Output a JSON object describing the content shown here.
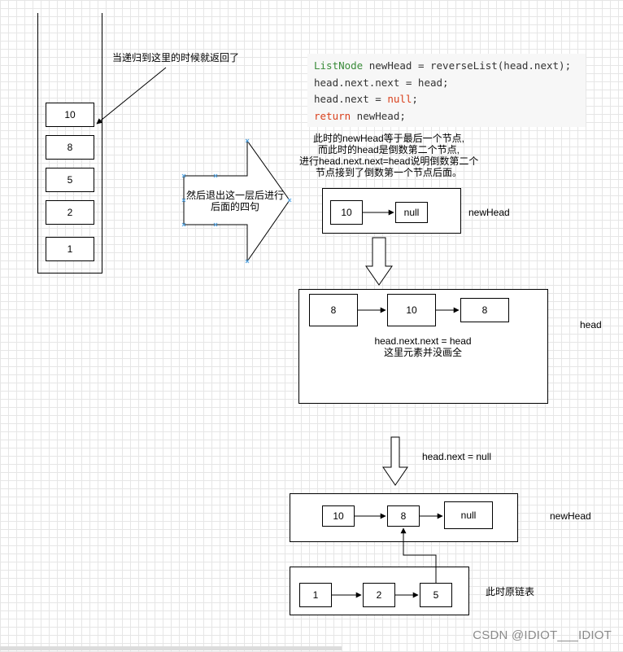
{
  "stack": {
    "items": [
      "10",
      "8",
      "5",
      "2",
      "1"
    ],
    "note": "当递归到这里的时候就返回了"
  },
  "big_arrow": {
    "text_line1": "然后退出这一层后进行",
    "text_line2": "后面的四句"
  },
  "code": {
    "line1_type": "ListNode",
    "line1_rest": " newHead = reverseList(head.next);",
    "line2": "head.next.next = head;",
    "line3_a": "head.next = ",
    "line3_null": "null",
    "line3_b": ";",
    "line4_kw": "return",
    "line4_rest": " newHead;"
  },
  "explanation": {
    "line1": "此时的newHead等于最后一个节点,",
    "line2": "而此时的head是倒数第二个节点,",
    "line3": "进行head.next.next=head说明倒数第二个",
    "line4": "节点接到了倒数第一个节点后面。"
  },
  "diagram1": {
    "nodes": [
      "10",
      "null"
    ],
    "label": "newHead"
  },
  "diagram2": {
    "nodes": [
      "8",
      "10",
      "8"
    ],
    "caption1": "head.next.next = head",
    "caption2": "这里元素并没画全",
    "label": "head"
  },
  "step_label": "head.next = null",
  "diagram3": {
    "nodes": [
      "10",
      "8",
      "null"
    ],
    "label": "newHead"
  },
  "diagram4": {
    "nodes": [
      "1",
      "2",
      "5"
    ],
    "label": "此时原链表"
  },
  "watermark": "CSDN @IDIOT___IDIOT"
}
